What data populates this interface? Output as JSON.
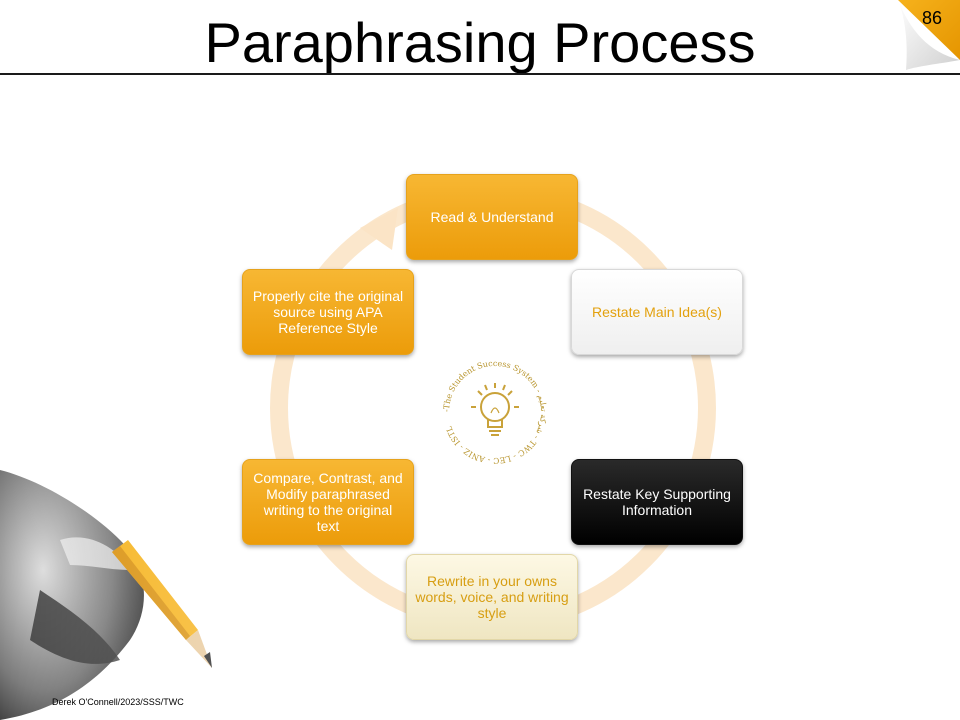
{
  "slide": {
    "title": "Paraphrasing Process",
    "page_number": "86",
    "footer": "Derek O'Connell/2023/SSS/TWC"
  },
  "cycle": {
    "steps": [
      {
        "label": "Read & Understand",
        "style": "gold"
      },
      {
        "label": "Restate Main Idea(s)",
        "style": "white"
      },
      {
        "label": "Restate Key Supporting Information",
        "style": "black"
      },
      {
        "label": "Rewrite in your owns words, voice, and writing style",
        "style": "cream"
      },
      {
        "label": "Compare, Contrast, and Modify paraphrased writing to the original text",
        "style": "gold"
      },
      {
        "label": "Properly cite the original source using APA Reference Style",
        "style": "gold"
      }
    ],
    "ring_color": "#fbe3c4"
  },
  "logo": {
    "ring_text": "-The Student Success System - شركة تعليم - TWC - LEC - ANIZ - ISTL",
    "icon": "lightbulb-icon"
  },
  "colors": {
    "accent": "#f0a30a",
    "title_text": "#000000"
  }
}
